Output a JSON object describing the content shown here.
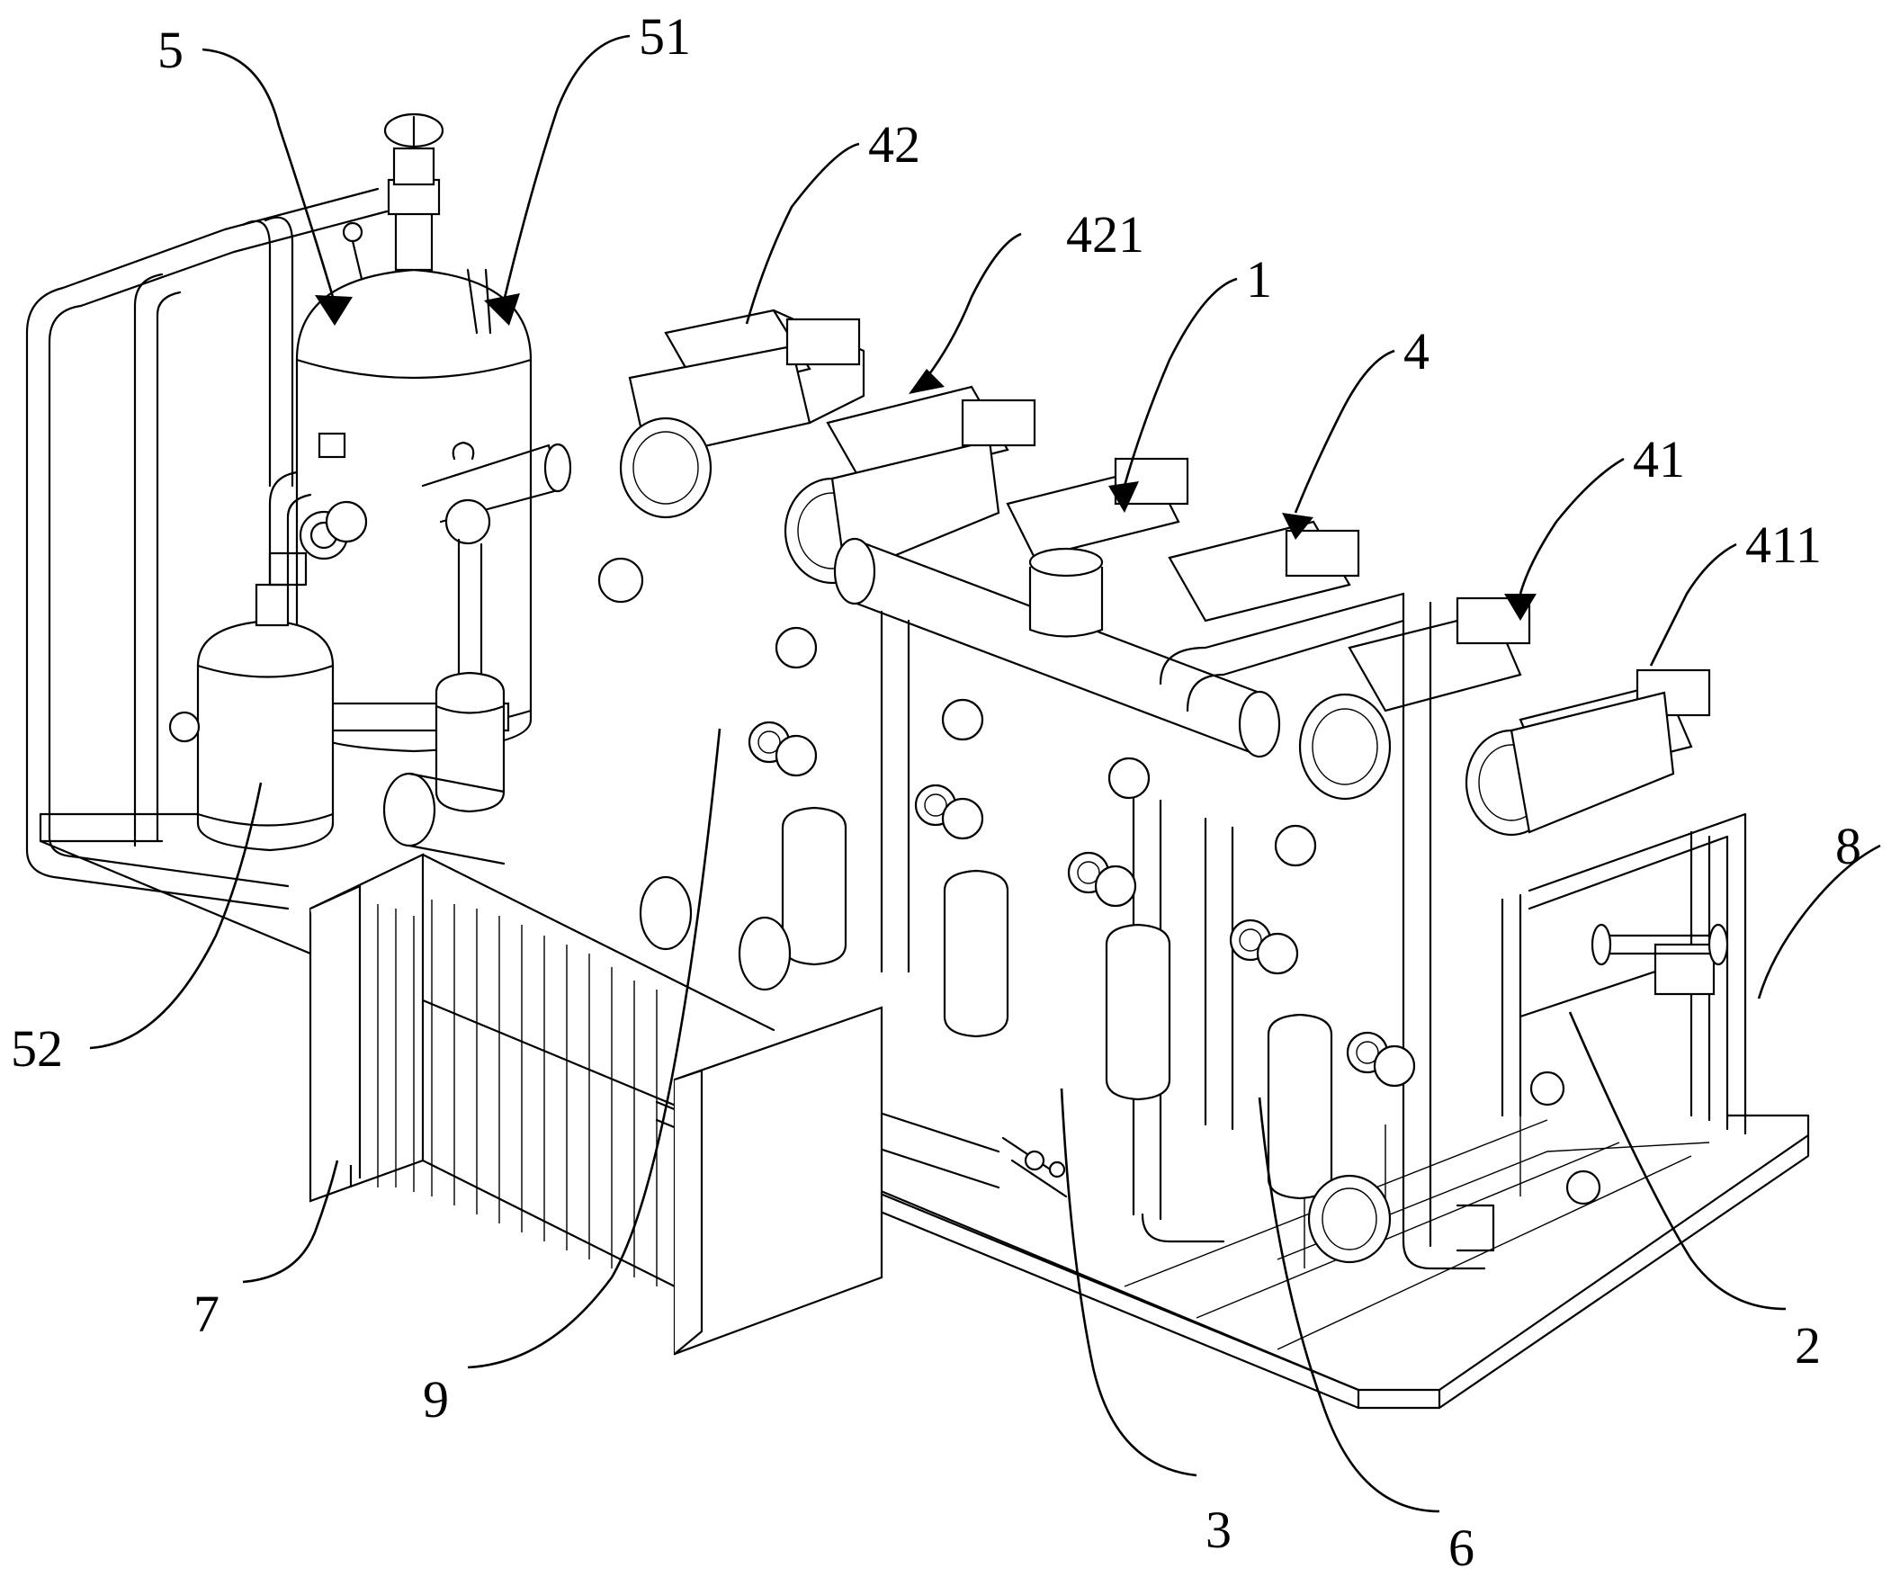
{
  "callouts": {
    "c5": "5",
    "c51": "51",
    "c42": "42",
    "c421": "421",
    "c1": "1",
    "c4": "4",
    "c41": "41",
    "c411": "411",
    "c8": "8",
    "c2": "2",
    "c52": "52",
    "c7": "7",
    "c9": "9",
    "c3": "3",
    "c6": "6"
  }
}
